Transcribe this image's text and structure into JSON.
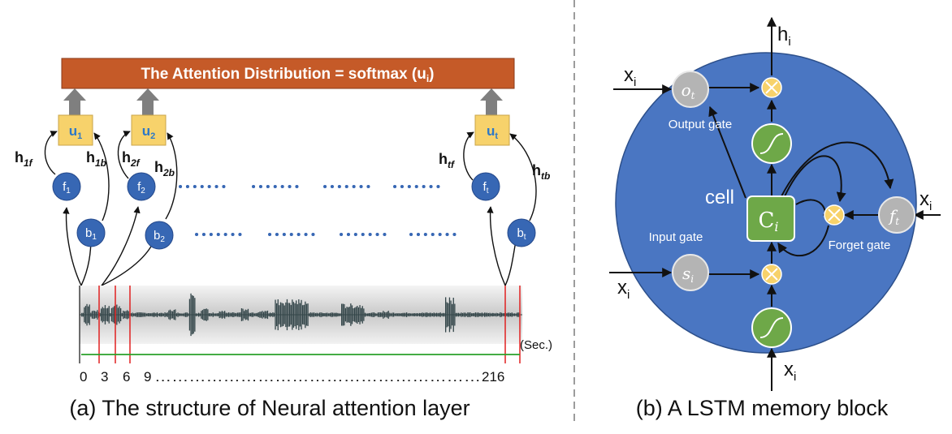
{
  "left_panel": {
    "attention_title": "The Attention Distribution = softmax (u",
    "attention_title_sub": "i",
    "attention_title_end": ")",
    "u_boxes": [
      {
        "base": "u",
        "sub": "1"
      },
      {
        "base": "u",
        "sub": "2"
      },
      {
        "base": "u",
        "sub": "t"
      }
    ],
    "forward_nodes": [
      {
        "base": "f",
        "sub": "1"
      },
      {
        "base": "f",
        "sub": "2"
      },
      {
        "base": "f",
        "sub": "t"
      }
    ],
    "backward_nodes": [
      {
        "base": "b",
        "sub": "1"
      },
      {
        "base": "b",
        "sub": "2"
      },
      {
        "base": "b",
        "sub": "t"
      }
    ],
    "hidden_labels": [
      {
        "base": "h",
        "sub": "1f"
      },
      {
        "base": "h",
        "sub": "1b"
      },
      {
        "base": "h",
        "sub": "2f"
      },
      {
        "base": "h",
        "sub": "2b"
      },
      {
        "base": "h",
        "sub": "tf"
      },
      {
        "base": "h",
        "sub": "tb"
      }
    ],
    "unit_label": "(Sec.)",
    "time_ticks": [
      "0",
      "3",
      "6",
      "9"
    ],
    "time_dots": "…………………………………………………",
    "time_end": "216",
    "caption": "(a) The structure of Neural attention layer"
  },
  "right_panel": {
    "output_label": {
      "base": "h",
      "sub": "i"
    },
    "input_label": {
      "base": "x",
      "sub": "i"
    },
    "output_gate_symbol": {
      "base": "o",
      "sub": "t"
    },
    "input_gate_symbol": {
      "base": "s",
      "sub": "i"
    },
    "forget_gate_symbol": {
      "base": "f",
      "sub": "t"
    },
    "cell_symbol": {
      "base": "C",
      "sub": "i"
    },
    "output_gate_label": "Output gate",
    "input_gate_label": "Input gate",
    "forget_gate_label": "Forget gate",
    "cell_label": "cell",
    "caption": "(b) A LSTM memory block"
  },
  "colors": {
    "attention_bar": "#c55a28",
    "u_box": "#f7d26b",
    "u_text": "#2c78c8",
    "node": "#3767b4",
    "lstm_circle": "#4a76c2",
    "gate_gray": "#b4b4b4",
    "cell_green": "#6ea848",
    "multiply": "#f7d26b",
    "boundary_red": "#e02020",
    "axis_green": "#2aa02a"
  }
}
